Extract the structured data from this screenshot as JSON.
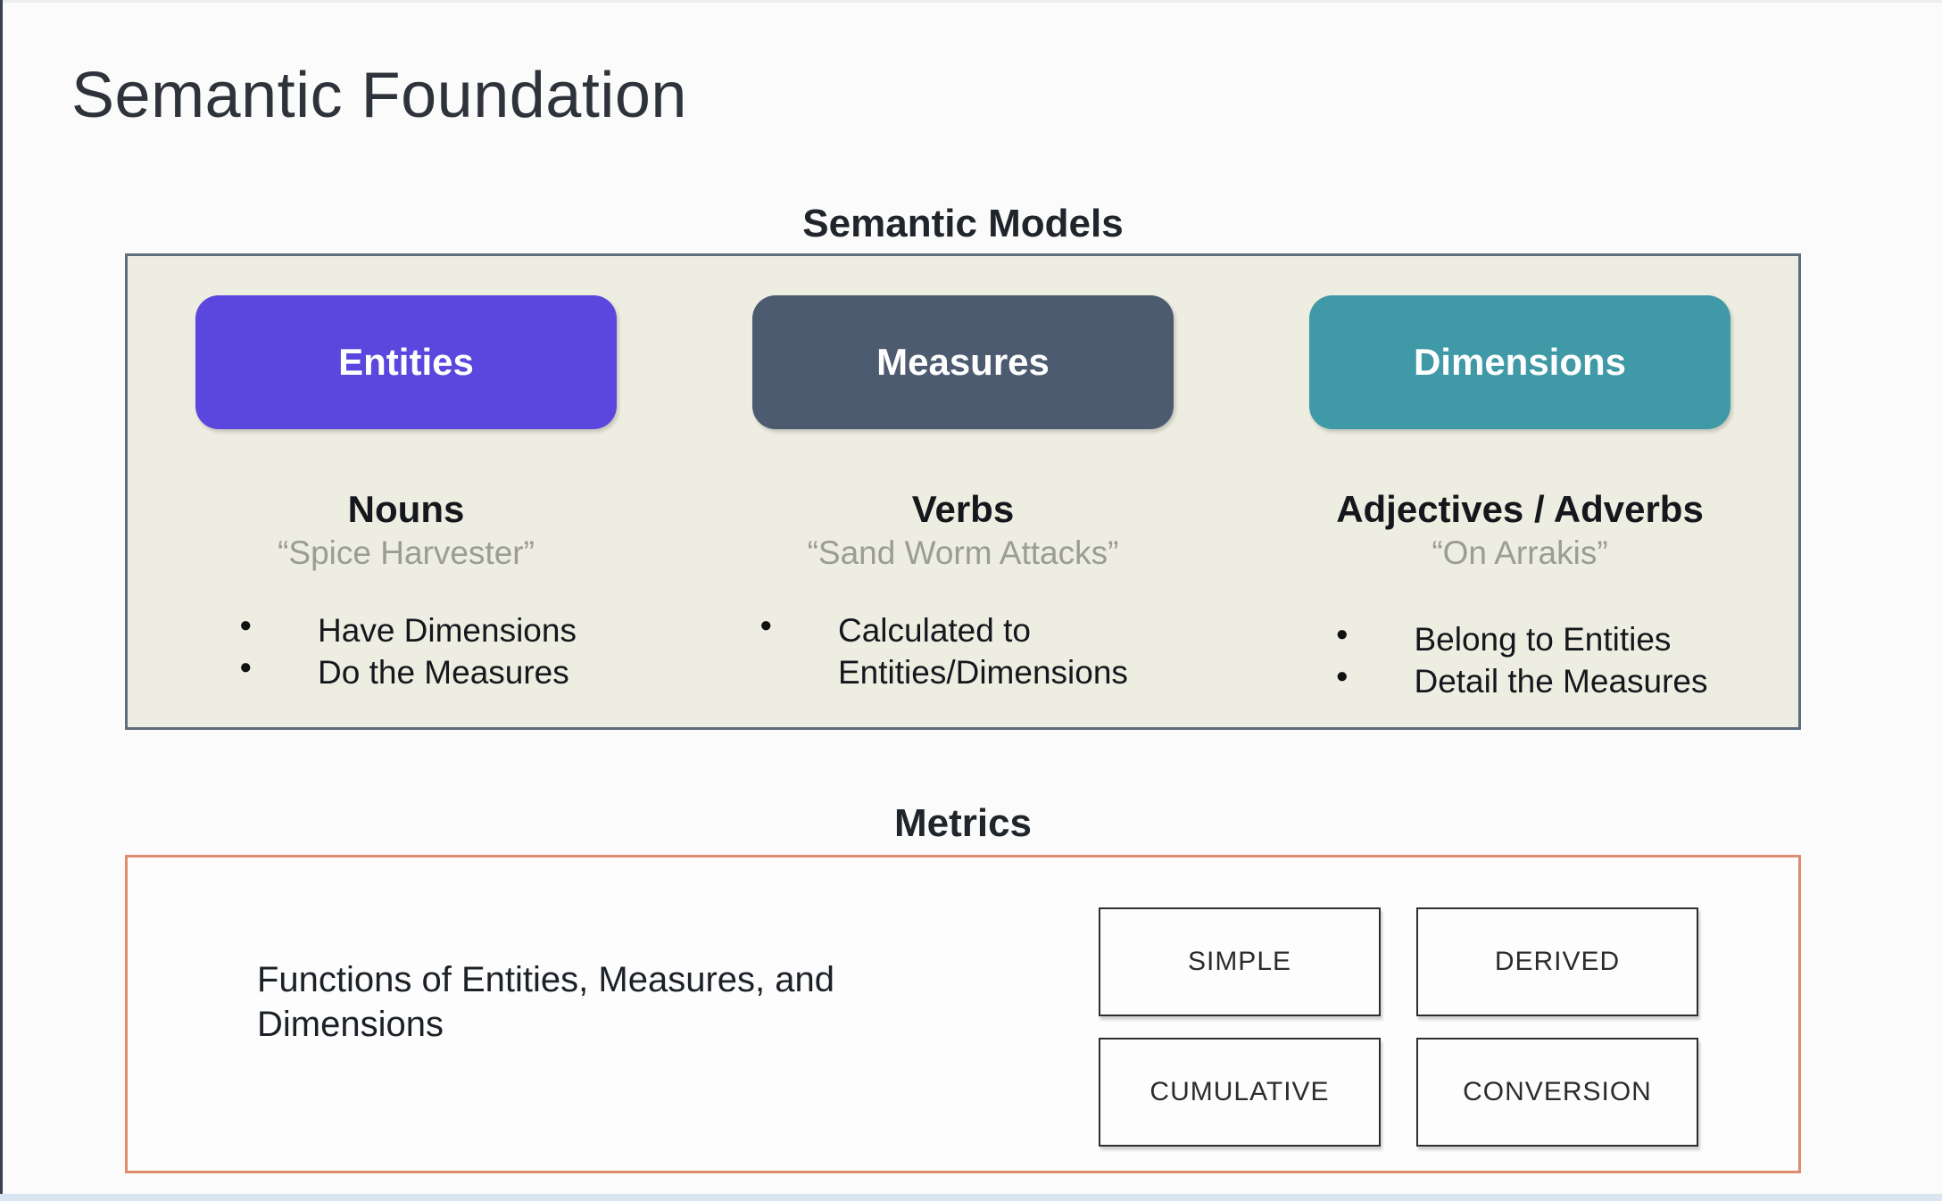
{
  "slide": {
    "title": "Semantic Foundation"
  },
  "semantic_models": {
    "heading": "Semantic Models",
    "panel_background": "#eeede1",
    "panel_border_color": "#5f6d7d",
    "columns": [
      {
        "pill_label": "Entities",
        "pill_color": "#5b47dd",
        "subtitle": "Nouns",
        "quote": "“Spice Harvester”",
        "bullets": [
          "Have Dimensions",
          "Do the Measures"
        ]
      },
      {
        "pill_label": "Measures",
        "pill_color": "#4d5b70",
        "subtitle": "Verbs",
        "quote": "“Sand Worm Attacks”",
        "bullets": [
          "Calculated to Entities/Dimensions"
        ]
      },
      {
        "pill_label": "Dimensions",
        "pill_color": "#3f99a6",
        "subtitle": "Adjectives / Adverbs",
        "quote": "“On Arrakis”",
        "bullets": [
          "Belong to Entities",
          "Detail the Measures"
        ]
      }
    ]
  },
  "metrics": {
    "heading": "Metrics",
    "panel_border_color": "#e08a6e",
    "description": "Functions of Entities, Measures, and Dimensions",
    "types": [
      "SIMPLE",
      "DERIVED",
      "CUMULATIVE",
      "CONVERSION"
    ]
  }
}
